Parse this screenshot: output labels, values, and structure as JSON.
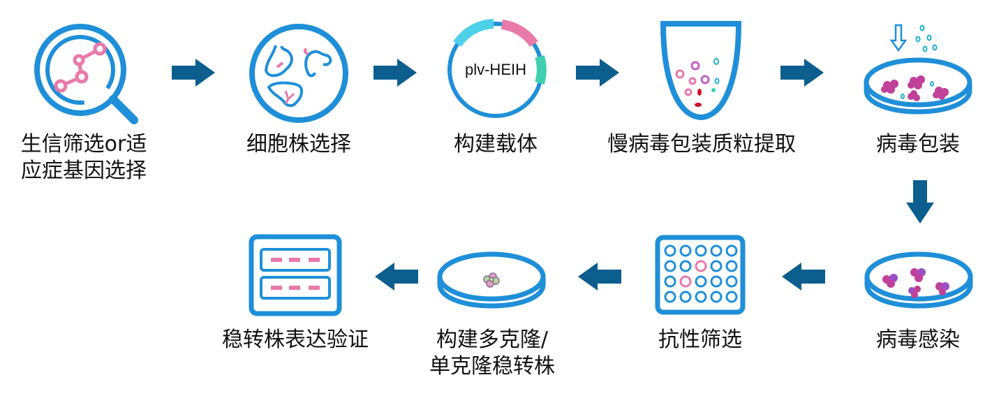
{
  "steps": [
    {
      "id": "s1",
      "label_lines": [
        "生信筛选or适",
        "应症基因选择"
      ],
      "icon": "magnifier-graph-icon"
    },
    {
      "id": "s2",
      "label_lines": [
        "细胞株选择"
      ],
      "icon": "organs-icon"
    },
    {
      "id": "s3",
      "label_lines": [
        "构建载体"
      ],
      "icon": "plasmid-icon",
      "plasmid_name": "plv-HEIH"
    },
    {
      "id": "s4",
      "label_lines": [
        "慢病毒包装质粒提取"
      ],
      "icon": "tube-icon"
    },
    {
      "id": "s5",
      "label_lines": [
        "病毒包装"
      ],
      "icon": "petri-dish-virus-icon"
    },
    {
      "id": "s6",
      "label_lines": [
        "病毒感染"
      ],
      "icon": "petri-dish-infection-icon"
    },
    {
      "id": "s7",
      "label_lines": [
        "抗性筛选"
      ],
      "icon": "well-plate-icon"
    },
    {
      "id": "s8",
      "label_lines": [
        "构建多克隆/",
        "单克隆稳转株"
      ],
      "icon": "petri-dish-clone-icon"
    },
    {
      "id": "s9",
      "label_lines": [
        "稳转株表达验证"
      ],
      "icon": "western-blot-icon"
    }
  ],
  "colors": {
    "primary": "#1e8fd8",
    "arrow": "#0b5e8e",
    "pink": "#e879a8",
    "cyan": "#4fd0ea",
    "teal": "#3fcfb0",
    "magenta": "#c0409a",
    "purple": "#9b4fc4",
    "red": "#d0102a"
  }
}
